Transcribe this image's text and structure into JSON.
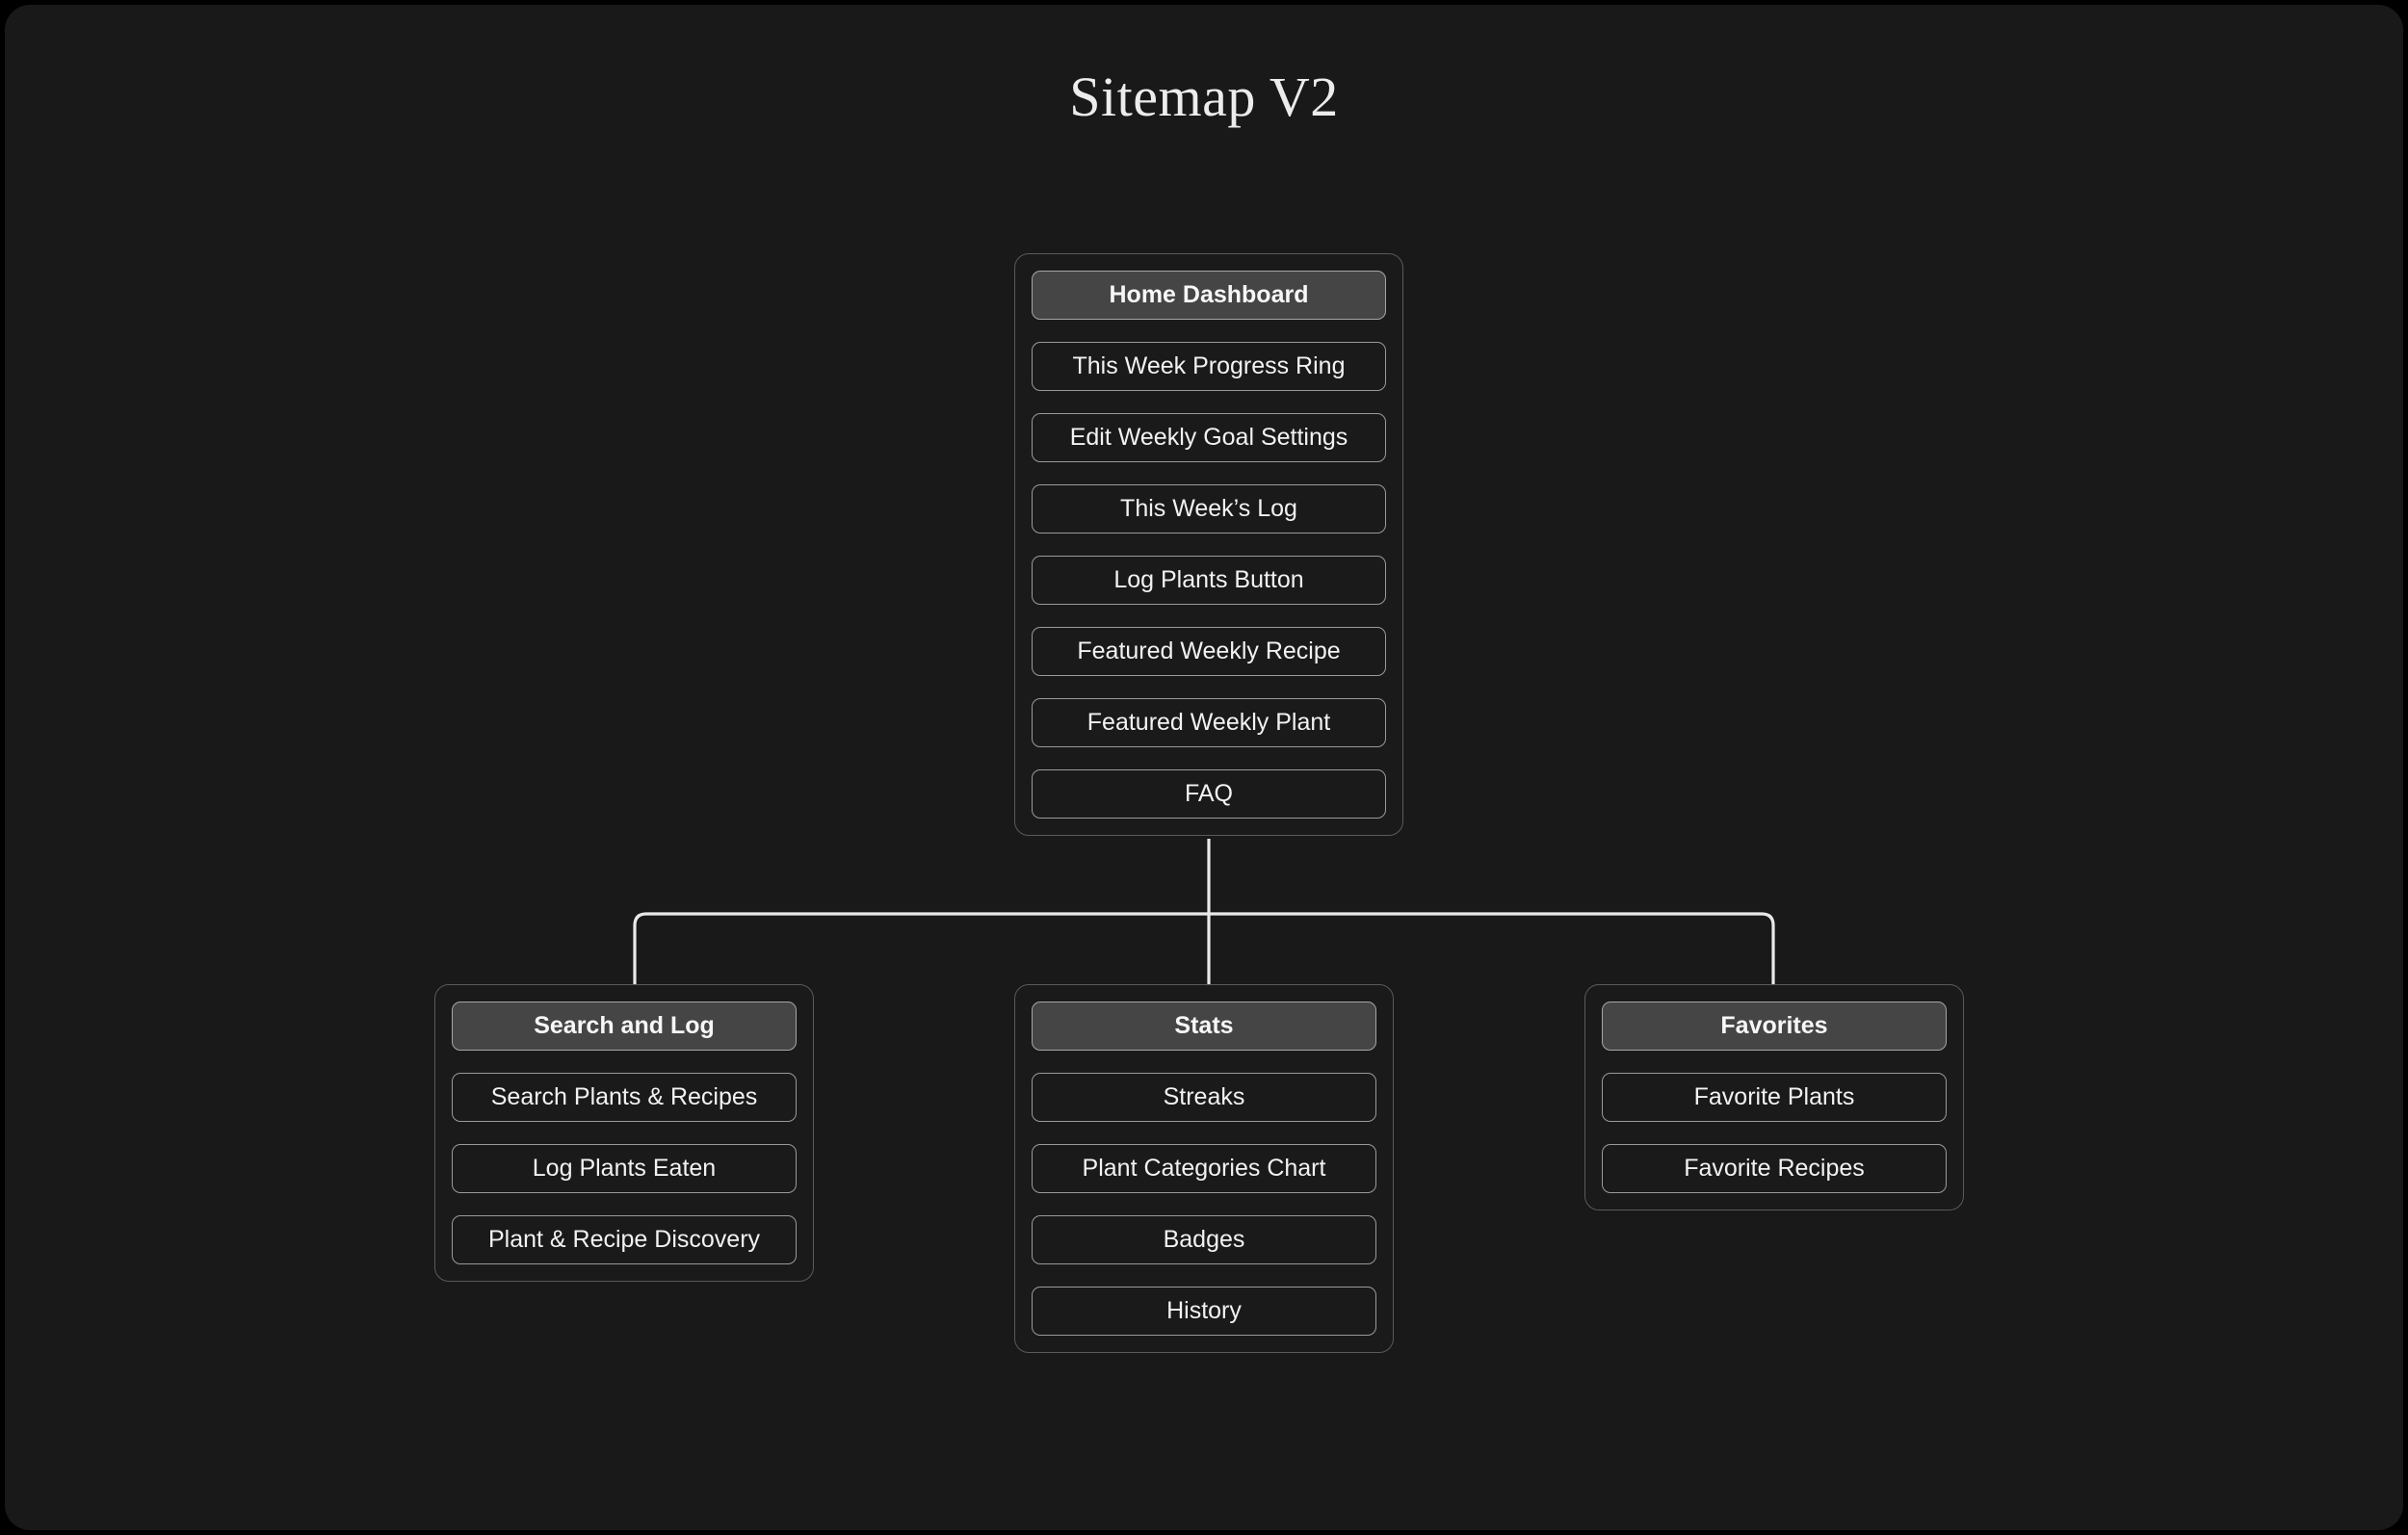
{
  "title": "Sitemap V2",
  "theme": {
    "canvas_bg": "#19191a",
    "outer_bg": "#000000",
    "card_border": "#5a5a5c",
    "node_border": "#9a9a9c",
    "header_fill": "#454546",
    "text": "#f2f2f2",
    "connector": "#e9e9e9"
  },
  "tree": {
    "root": {
      "header": "Home Dashboard",
      "children": [
        "This Week Progress Ring",
        "Edit Weekly Goal Settings",
        "This Week’s Log",
        "Log Plants Button",
        "Featured Weekly Recipe",
        "Featured Weekly Plant",
        "FAQ"
      ]
    },
    "branches": [
      {
        "header": "Search and Log",
        "children": [
          "Search Plants & Recipes",
          "Log Plants Eaten",
          "Plant & Recipe Discovery"
        ]
      },
      {
        "header": "Stats",
        "children": [
          "Streaks",
          "Plant Categories Chart",
          "Badges",
          "History"
        ]
      },
      {
        "header": "Favorites",
        "children": [
          "Favorite Plants",
          "Favorite Recipes"
        ]
      }
    ]
  }
}
